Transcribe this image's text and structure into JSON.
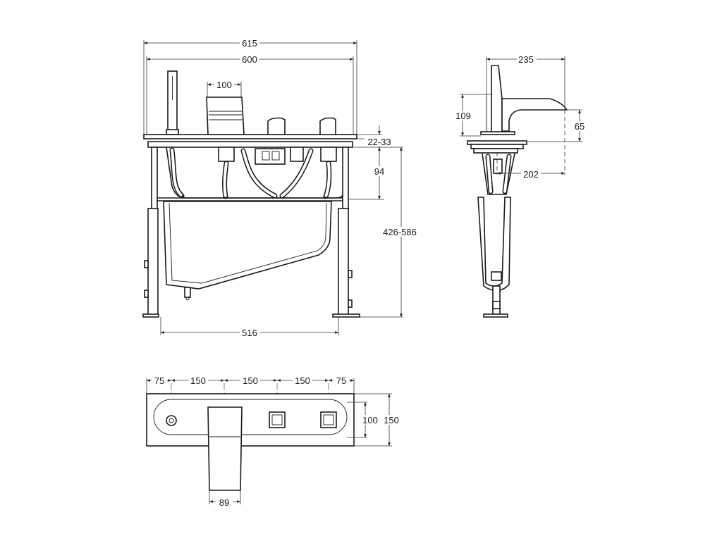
{
  "front_view": {
    "dims": {
      "overall_615": "615",
      "overall_600": "600",
      "spout_100": "100",
      "deck_22_33": "22-33",
      "frame_94": "94",
      "height_426_586": "426-586",
      "base_516": "516"
    }
  },
  "side_view": {
    "dims": {
      "reach_235": "235",
      "height_109": "109",
      "outlet_65": "65",
      "depth_202": "202"
    }
  },
  "plan_view": {
    "dims": {
      "s1_75": "75",
      "s2_150": "150",
      "s3_150": "150",
      "s4_150": "150",
      "s5_75": "75",
      "h_100": "100",
      "h_150": "150",
      "spout_89": "89"
    }
  }
}
